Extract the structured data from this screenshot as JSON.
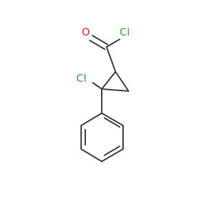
{
  "molecule": {
    "atoms": {
      "oxygen": "O",
      "acyl_chlorine": "Cl",
      "ring_chlorine": "Cl"
    },
    "colors": {
      "bond": "#3a3a3a",
      "oxygen": "#e32219",
      "chlorine": "#2ea32e",
      "background": "#ffffff"
    }
  }
}
